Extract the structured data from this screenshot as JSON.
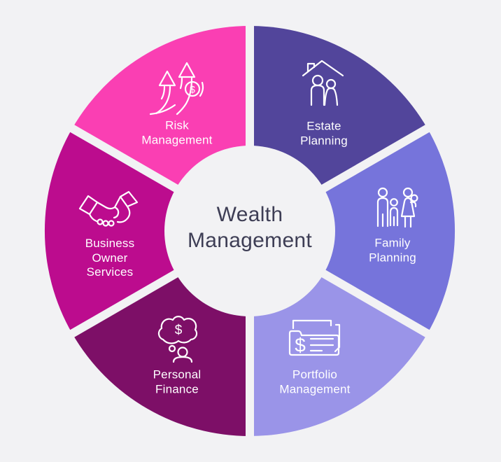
{
  "diagram_title": "Wealth Management",
  "center": {
    "title_lines": [
      "Wealth",
      "Management"
    ],
    "text_color": "#3E3E55"
  },
  "colors": {
    "background": "#F2F2F4",
    "label_text": "#FFFFFF",
    "divider": "#F2F2F4"
  },
  "icons": {
    "dollar_glyph": "$"
  },
  "segments": [
    {
      "id": "estate-planning",
      "label_lines": [
        "Estate",
        "Planning"
      ],
      "color": "#52459B",
      "icon": "house-family-icon"
    },
    {
      "id": "family-planning",
      "label_lines": [
        "Family",
        "Planning"
      ],
      "color": "#7674DB",
      "icon": "family-group-icon"
    },
    {
      "id": "portfolio-management",
      "label_lines": [
        "Portfolio",
        "Management"
      ],
      "color": "#9A94E8",
      "icon": "folder-dollar-icon"
    },
    {
      "id": "personal-finance",
      "label_lines": [
        "Personal",
        "Finance"
      ],
      "color": "#7D0F67",
      "icon": "thought-dollar-icon"
    },
    {
      "id": "business-owner-services",
      "label_lines": [
        "Business",
        "Owner",
        "Services"
      ],
      "color": "#BC0C8E",
      "icon": "handshake-icon"
    },
    {
      "id": "risk-management",
      "label_lines": [
        "Risk",
        "Management"
      ],
      "color": "#FA3FB3",
      "icon": "growth-arrows-icon"
    }
  ]
}
